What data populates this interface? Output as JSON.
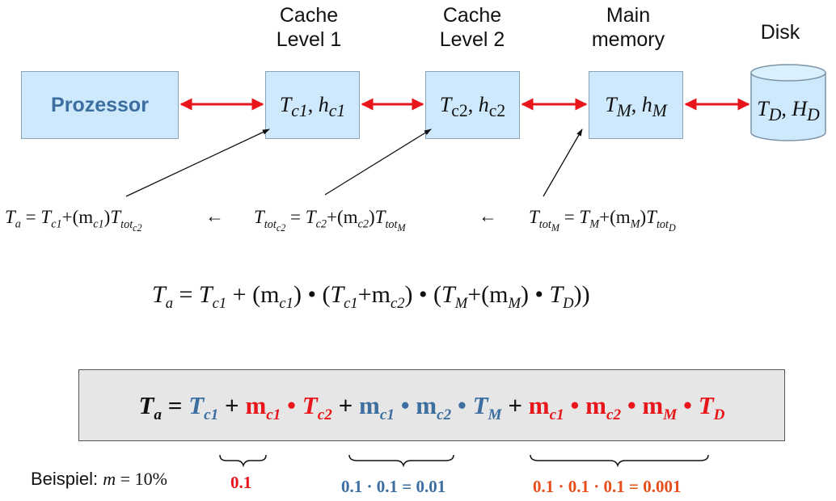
{
  "headers": {
    "cache1": [
      "Cache",
      "Level 1"
    ],
    "cache2": [
      "Cache",
      "Level 2"
    ],
    "memory": [
      "Main",
      "memory"
    ],
    "disk": "Disk"
  },
  "processor": "Prozessor",
  "boxes": {
    "cache1": {
      "T": "T",
      "Tsub": "c1",
      "sep": ", ",
      "h": "h",
      "hsub": "c1"
    },
    "cache2": {
      "T": "T",
      "Tsub": "c2",
      "sep": ", ",
      "h": "h",
      "hsub": "c2"
    },
    "memory": {
      "T": "T",
      "Tsub": "M",
      "sep": ", ",
      "h": "h",
      "hsub": "M"
    },
    "disk": {
      "T": "T",
      "Tsub": "D",
      "sep": ", ",
      "h": "H",
      "hsub": "D"
    }
  },
  "equations": {
    "ta": {
      "lhs": "T",
      "lhs_sub": "a",
      "eq": " = ",
      "t1": "T",
      "t1_sub": "c1",
      "mid": "+(m",
      "m_sub": "c1",
      "close": ")",
      "t2": "T",
      "t2_sub": "tot",
      "t2_subsub": "c2"
    },
    "ttot_c2": {
      "lhs": "T",
      "lhs_sub": "tot",
      "lhs_subsub": "c2",
      "eq": " = ",
      "t1": "T",
      "t1_sub": "c2",
      "mid": "+(m",
      "m_sub": "c2",
      "close": ")",
      "t2": "T",
      "t2_sub": "tot",
      "t2_subsub": "M"
    },
    "ttot_m": {
      "lhs": "T",
      "lhs_sub": "tot",
      "lhs_subsub": "M",
      "eq": " = ",
      "t1": "T",
      "t1_sub": "M",
      "mid": "+(m",
      "m_sub": "M",
      "close": ")",
      "t2": "T",
      "t2_sub": "tot",
      "t2_subsub": "D"
    }
  },
  "arrow_glyph": "←",
  "main_formula": {
    "a": "T",
    "a_sub": "a",
    "b": " = ",
    "c": "T",
    "c_sub": "c1",
    "d": " + (m",
    "d_sub": "c1",
    "e": ") • (",
    "f": "T",
    "f_sub": "c1",
    "g": "+m",
    "g_sub": "c2",
    "h": ") • (",
    "i": "T",
    "i_sub": "M",
    "j": "+(m",
    "j_sub": "M",
    "k": ") • ",
    "l": "T",
    "l_sub": "D",
    "m": "))"
  },
  "boxed_formula": {
    "ta": "T",
    "ta_sub": "a",
    "eq": " = ",
    "tc1": "T",
    "tc1_sub": "c1",
    "plus": " + ",
    "m": "m",
    "c1": "c1",
    "c2": "c2",
    "M": "M",
    "dot": " • ",
    "T": "T",
    "tc2_sub": "c2",
    "tm_sub": "M",
    "td_sub": "D"
  },
  "example": {
    "label": "Beispiel: ",
    "var": "m",
    "value": " = 10%",
    "v1": "0.1",
    "v2": "0.1 · 0.1 = 0.01",
    "v3": "0.1 · 0.1 · 0.1 = 0.001"
  },
  "colors": {
    "box_fill": "#cde9fb",
    "processor_text": "#3c6ea0",
    "arrow_red": "#e8161b",
    "blue_term": "#3c6ea0",
    "red_term": "#e8161b",
    "orange_text": "#e84e1b"
  }
}
